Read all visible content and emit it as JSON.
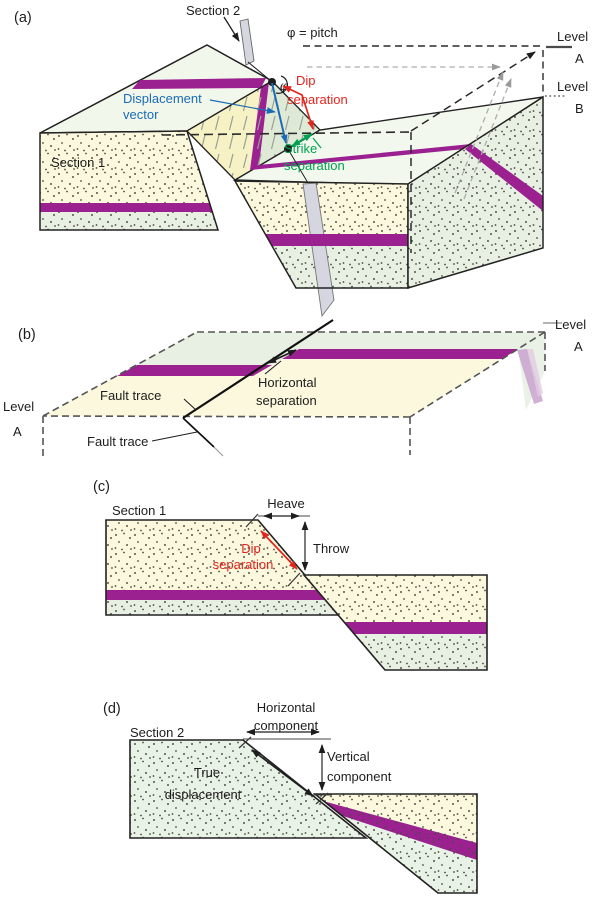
{
  "colors": {
    "marker_bed_purple": "#9b2090",
    "faded_purple": "#c9a2ce",
    "cream_rock": "#fcf8dd",
    "pale_green_rock": "#e7f0e2",
    "top_face": "#f2f7ec",
    "fault_surface_yellow": "#f6f2c6",
    "fault_surface_green": "#dfead6",
    "section_plane_gray": "#d6d6e0",
    "displacement_blue": "#1b6cb4",
    "dip_red": "#e2251f",
    "strike_green": "#00a14f"
  },
  "panel_a": {
    "tag": "(a)",
    "section_2": "Section 2",
    "pitch": "φ = pitch",
    "phi": "φ",
    "displacement_vector_1": "Displacement",
    "displacement_vector_2": "vector",
    "dip_separation_1": "Dip",
    "dip_separation_2": "separation",
    "strike_separation_1": "Strike",
    "strike_separation_2": "separation",
    "section_1": "Section 1",
    "level_a_1": "Level",
    "level_a_2": "A",
    "level_b_1": "Level",
    "level_b_2": "B"
  },
  "panel_b": {
    "tag": "(b)",
    "fault_trace_upper": "Fault trace",
    "fault_trace_lower": "Fault trace",
    "horizontal_separation_1": "Horizontal",
    "horizontal_separation_2": "separation",
    "level_a_left_1": "Level",
    "level_a_left_2": "A",
    "level_a_right_1": "Level",
    "level_a_right_2": "A"
  },
  "panel_c": {
    "tag": "(c)",
    "section_1": "Section 1",
    "heave": "Heave",
    "throw": "Throw",
    "dip_separation_1": "Dip",
    "dip_separation_2": "separation"
  },
  "panel_d": {
    "tag": "(d)",
    "section_2": "Section 2",
    "horizontal_component_1": "Horizontal",
    "horizontal_component_2": "component",
    "vertical_component_1": "Vertical",
    "vertical_component_2": "component",
    "true_displacement_1": "True",
    "true_displacement_2": "displacement"
  }
}
